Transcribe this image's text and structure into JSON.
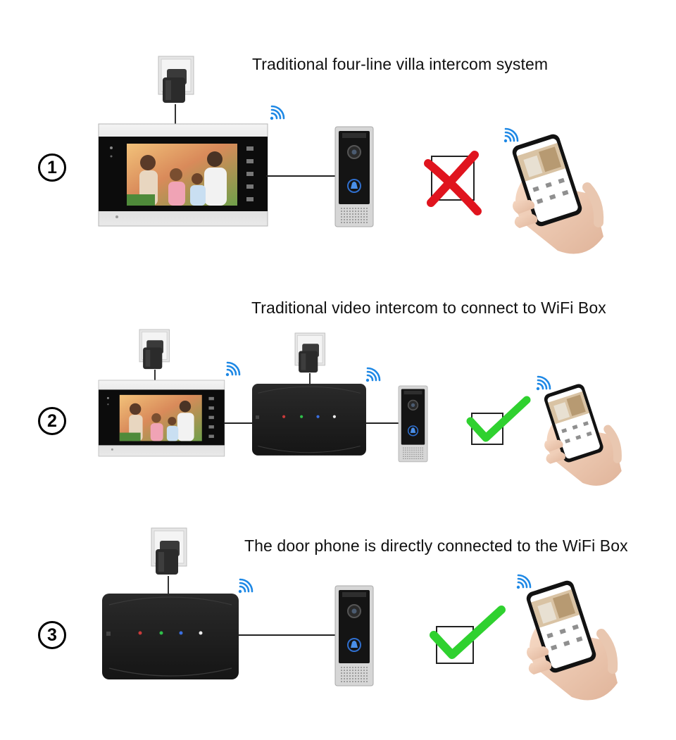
{
  "scenarios": [
    {
      "number": "1",
      "caption": "Traditional four-line villa intercom system",
      "result": "not-supported"
    },
    {
      "number": "2",
      "caption": "Traditional video intercom to connect to WiFi Box",
      "result": "supported"
    },
    {
      "number": "3",
      "caption": "The door phone is directly connected to the WiFi Box",
      "result": "supported"
    }
  ],
  "icons": {
    "power": "power-adapter-icon",
    "wifi": "wifi-signal-icon",
    "cross": "red-cross-icon",
    "check": "green-check-icon"
  },
  "colors": {
    "wifi": "#1e88e5",
    "cross": "#e0141e",
    "check": "#2fd12f",
    "box": "#1c1c1c"
  }
}
